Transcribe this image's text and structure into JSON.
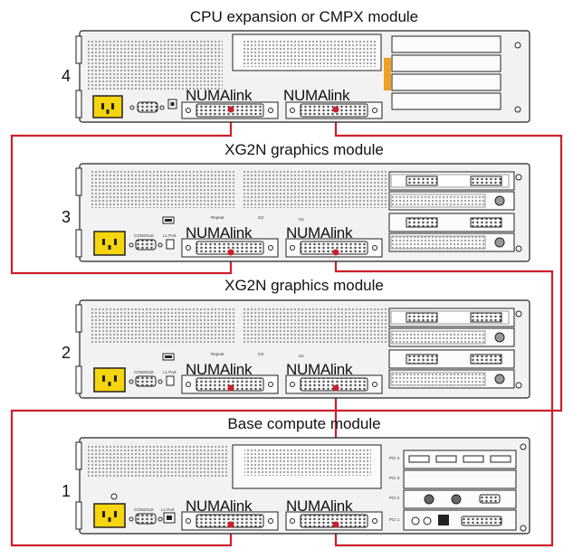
{
  "colors": {
    "cable": "#cc1f2b",
    "chassis_fill": "#f2f2f2",
    "outline": "#222222",
    "power_socket": "#f6d40e",
    "accent_orange": "#f0a024"
  },
  "connector_label": "NUMAlink",
  "modules": [
    {
      "id": "m4",
      "number": "4",
      "title": "CPU expansion or CMPX module",
      "type": "cpu-expansion",
      "ports_text": []
    },
    {
      "id": "m3",
      "number": "3",
      "title": "XG2N graphics module",
      "type": "graphics",
      "ports_text": [
        "CONSOLE",
        "L1 Port",
        "Repeat",
        "G3",
        "G1"
      ]
    },
    {
      "id": "m2",
      "number": "2",
      "title": "XG2N graphics module",
      "type": "graphics",
      "ports_text": [
        "CONSOLE",
        "L1 Port",
        "Repeat",
        "G3",
        "G1"
      ]
    },
    {
      "id": "m1",
      "number": "1",
      "title": "Base compute module",
      "type": "base-compute",
      "ports_text": [
        "CONSOLE",
        "L1 Port"
      ],
      "pci_labels": [
        "PCI 4",
        "PCI 3",
        "PCI 2",
        "PCI 1"
      ]
    }
  ],
  "icons": [
    "power-socket-icon",
    "console-port-icon",
    "usb-port-icon",
    "numalink-connector-icon",
    "vent-grille-icon",
    "dvi-port-icon",
    "pci-slot-icon"
  ]
}
